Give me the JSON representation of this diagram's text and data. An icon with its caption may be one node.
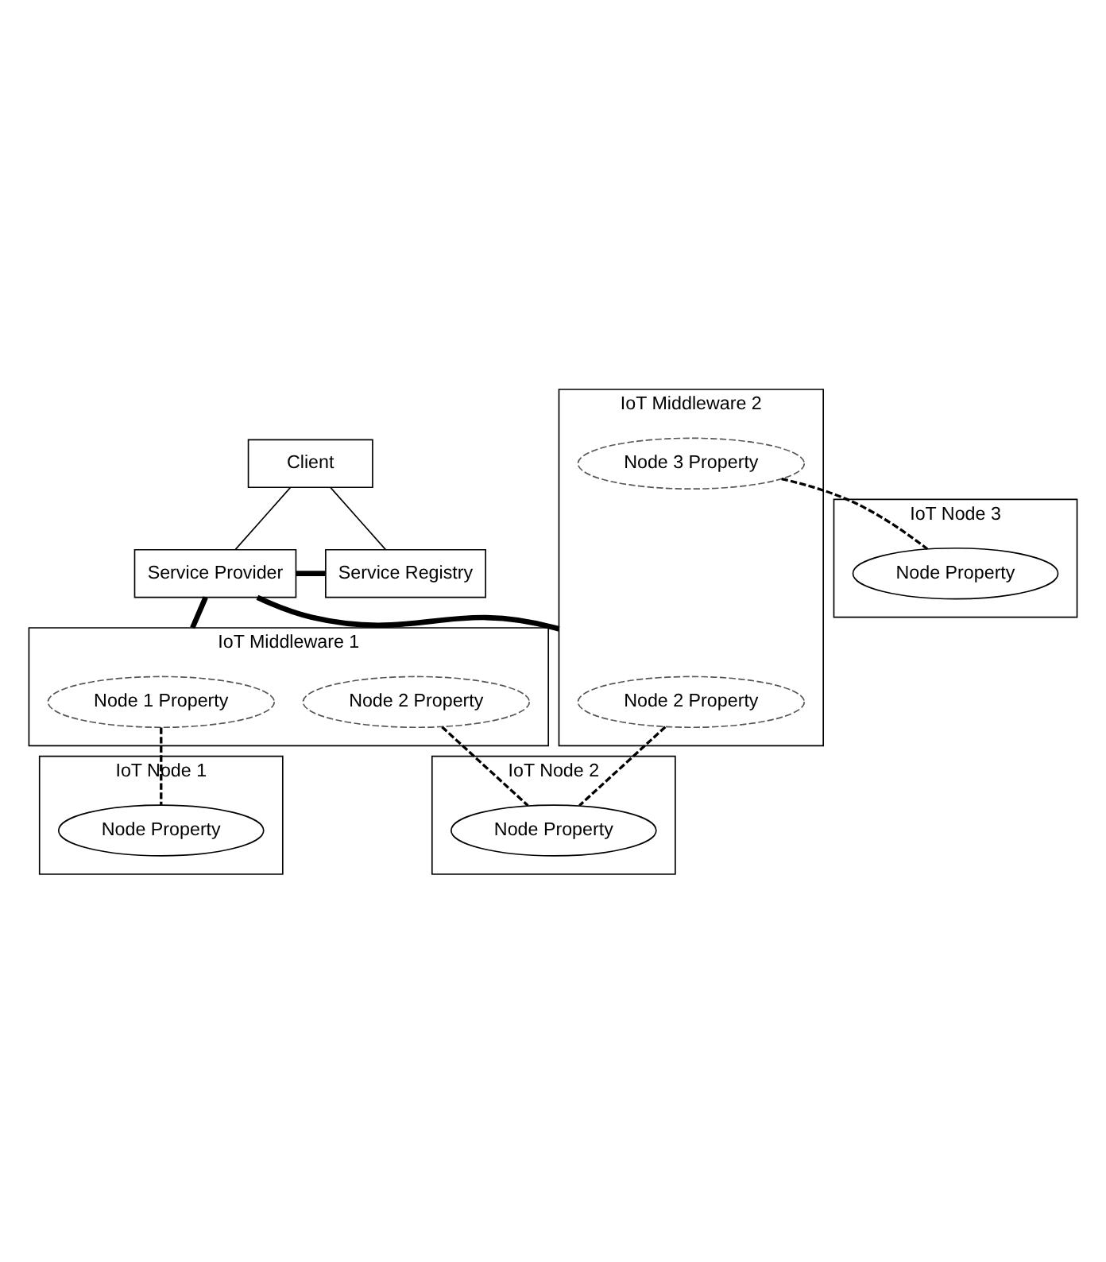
{
  "diagram": {
    "nodes": [
      {
        "text": [
          "Client"
        ]
      },
      {
        "text": [
          "Service Provider"
        ]
      },
      {
        "text": [
          "Service Registry"
        ]
      },
      {
        "text": [
          "IoT Middleware 1"
        ]
      },
      {
        "text": [
          "Node 1 Property"
        ],
        "in": 3
      },
      {
        "text": [
          "Node 2 Property"
        ],
        "in": 3
      },
      {
        "text": [
          "IoT Middleware 2"
        ]
      },
      {
        "text": [
          "Node 2 Property"
        ],
        "in": 6
      },
      {
        "text": [
          "Node 3 Property"
        ],
        "in": 6
      },
      {
        "text": [
          "IoT Node 1"
        ]
      },
      {
        "text": [
          "Node Property"
        ],
        "in": 9
      },
      {
        "text": [
          "IoT Node 2"
        ]
      },
      {
        "text": [
          "Node Property"
        ],
        "in": 11
      },
      {
        "text": [
          "IoT Node 3"
        ]
      },
      {
        "text": [
          "Node Property"
        ],
        "in": 13
      }
    ],
    "edges": [
      {
        "from": 0,
        "to": 1,
        "arrow": "none"
      },
      {
        "from": 0,
        "to": 2,
        "arrow": "none"
      },
      {
        "from": 1,
        "to": 2,
        "arrow": "none",
        "style": "thick"
      },
      {
        "from": 1,
        "to": 3,
        "arrow": "none",
        "style": "thick"
      },
      {
        "from": 1,
        "to": 6,
        "arrow": "none",
        "style": "thick"
      },
      {
        "from": 4,
        "to": 10,
        "arrow": "none",
        "style": "dashed"
      },
      {
        "from": 5,
        "to": 12,
        "arrow": "none",
        "style": "dashed"
      },
      {
        "from": 7,
        "to": 12,
        "arrow": "none",
        "style": "dashed"
      },
      {
        "from": 8,
        "to": 14,
        "arrow": "none",
        "style": "dashed"
      }
    ]
  }
}
